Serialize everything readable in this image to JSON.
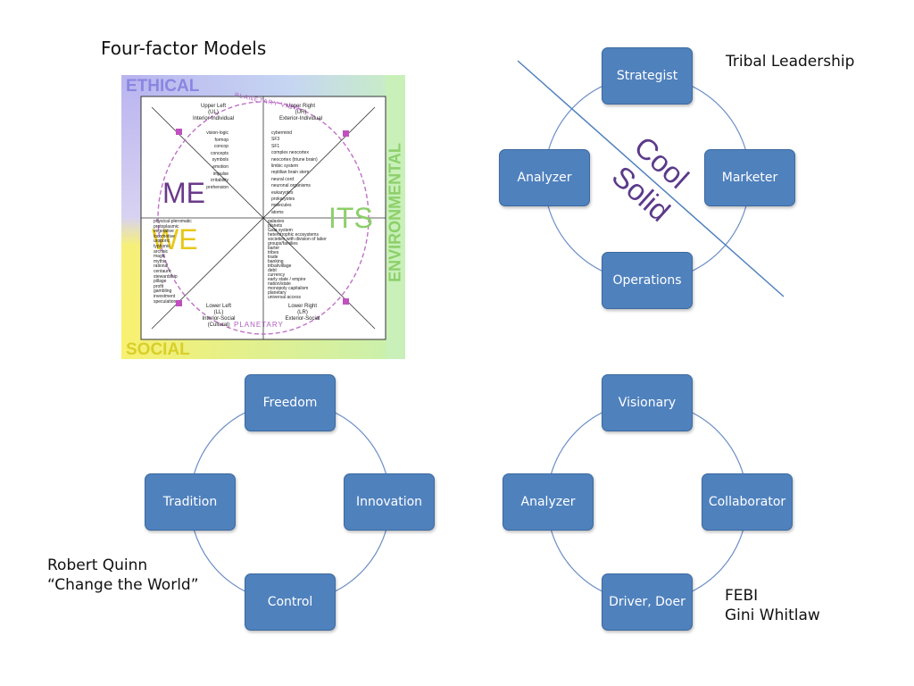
{
  "title": "Four-factor Models",
  "wilber": {
    "corner_labels": {
      "top": "ETHICAL",
      "right": "ENVIRONMENTAL",
      "bottom": "SOCIAL"
    },
    "big_labels": {
      "me": "ME",
      "we": "WE",
      "its": "ITS"
    },
    "quadrant_heads": {
      "ul": [
        "Upper Left",
        "(UL)",
        "Interior-Individual"
      ],
      "ur": [
        "Upper Right",
        "(UR)",
        "Exterior-Individual"
      ],
      "ll": [
        "Lower Left",
        "(LL)",
        "Interior-Social",
        "(Cultural)"
      ],
      "lr": [
        "Lower Right",
        "(LR)",
        "Exterior-Social"
      ]
    },
    "arc_labels": {
      "top": "PLANETARY VIEW",
      "bottom": "PLANETARY"
    },
    "ul_items": [
      "vision-logic",
      "formop",
      "concop",
      "concepts",
      "symbols",
      "emotion",
      "impulse",
      "irritability",
      "prehension"
    ],
    "ur_items": [
      "cybermind",
      "SF3",
      "SF1",
      "complex neocortex",
      "neocortex (triune brain)",
      "limbic system",
      "reptilian brain stem",
      "neural cord",
      "neuronal organisms",
      "eukaryotes",
      "prokaryotes",
      "molecules",
      "atoms"
    ],
    "ll_items": [
      "physical-pleromatic",
      "protoplasmic",
      "vegetative",
      "locomotive",
      "uroboric",
      "typhonic",
      "archaic",
      "magic",
      "mythic",
      "rational",
      "centauric",
      "stewardship",
      "pillage",
      "profit",
      "gambling",
      "investment",
      "speculation"
    ],
    "lr_items": [
      "galaxies",
      "planets",
      "Gaia system",
      "heterotrophic ecosystems",
      "societies with division of labor",
      "groups/families",
      "barter",
      "tribes",
      "trade",
      "banking",
      "tribal/village",
      "debt",
      "currency",
      "early state / empire",
      "nation/state",
      "monopoly capitalism",
      "planetary",
      "universal access"
    ]
  },
  "tribal": {
    "caption": "Tribal Leadership",
    "nodes": {
      "top": "Strategist",
      "left": "Analyzer",
      "right": "Marketer",
      "bottom": "Operations"
    },
    "overlay": [
      "Cool",
      "Solid"
    ]
  },
  "quinn": {
    "caption_lines": [
      "Robert Quinn",
      "“Change the World”"
    ],
    "nodes": {
      "top": "Freedom",
      "left": "Tradition",
      "right": "Innovation",
      "bottom": "Control"
    }
  },
  "febi": {
    "caption_lines": [
      "FEBI",
      "Gini Whitlaw"
    ],
    "nodes": {
      "top": "Visionary",
      "left": "Analyzer",
      "right": "Collaborator",
      "bottom": "Driver, Doer"
    }
  },
  "colors": {
    "node_fill": "#4f81bd",
    "node_border": "#3b6aa0",
    "connector": "#6d8fc6",
    "overlay_text": "#5b3a8a"
  }
}
